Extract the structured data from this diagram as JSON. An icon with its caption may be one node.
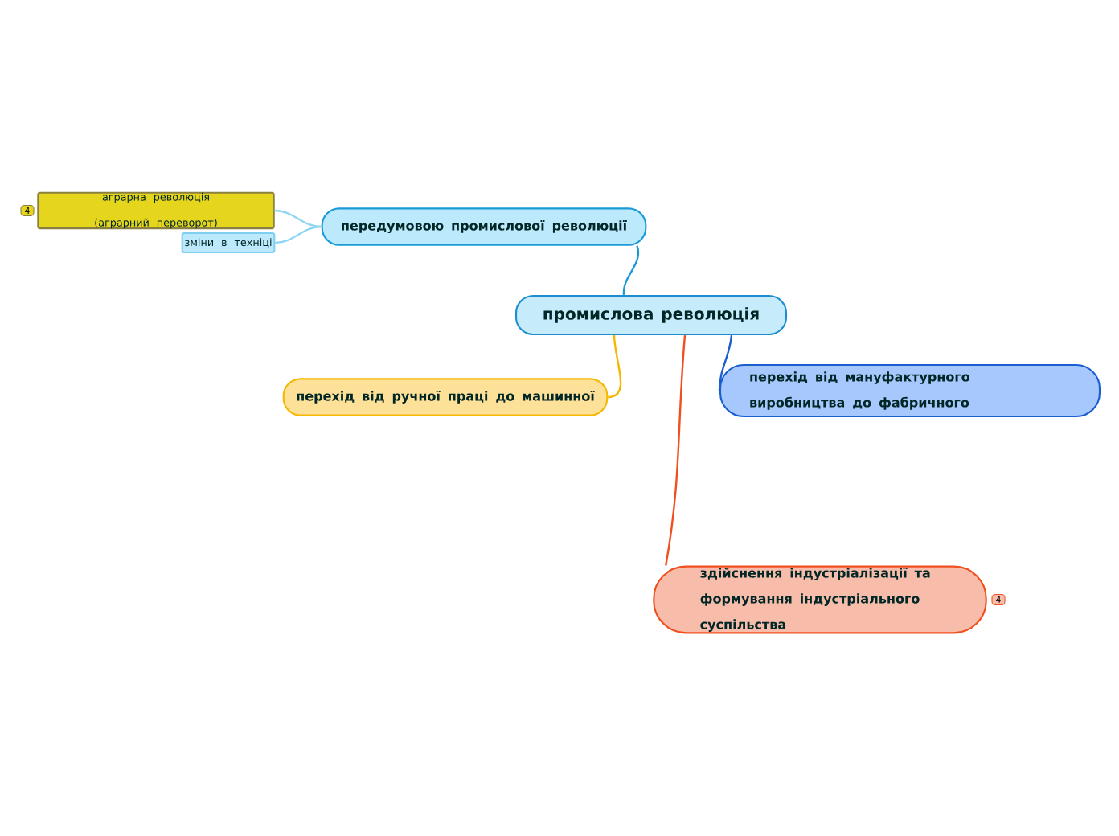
{
  "diagram": {
    "nodes": [
      {
        "text": [
          "промислова революція"
        ]
      },
      {
        "text": [
          "передумовою промислової революції"
        ]
      },
      {
        "text": [
          "аграрна революція (аграрний переворот)"
        ],
        "beside": [
          "4"
        ]
      },
      {
        "text": [
          "зміни в техніці"
        ]
      },
      {
        "text": [
          "перехід від ручної праці до машинної"
        ]
      },
      {
        "text": [
          "перехід від мануфактурного виробництва до фабричного"
        ]
      },
      {
        "text": [
          "здійснення індустріалізації та формування індустріального суспільства"
        ],
        "beside": [
          "4"
        ]
      }
    ],
    "edges": [
      {
        "from": 0,
        "to": 1,
        "arrow": "none",
        "color": "#1c9ad6"
      },
      {
        "from": 1,
        "to": 2,
        "arrow": "none",
        "color": "#8fd6f2"
      },
      {
        "from": 1,
        "to": 3,
        "arrow": "none",
        "color": "#8fd6f2"
      },
      {
        "from": 0,
        "to": 4,
        "arrow": "none",
        "color": "#f5b800"
      },
      {
        "from": 0,
        "to": 5,
        "arrow": "none",
        "color": "#1a5ed0"
      },
      {
        "from": 0,
        "to": 6,
        "arrow": "none",
        "color": "#f05020"
      }
    ]
  }
}
